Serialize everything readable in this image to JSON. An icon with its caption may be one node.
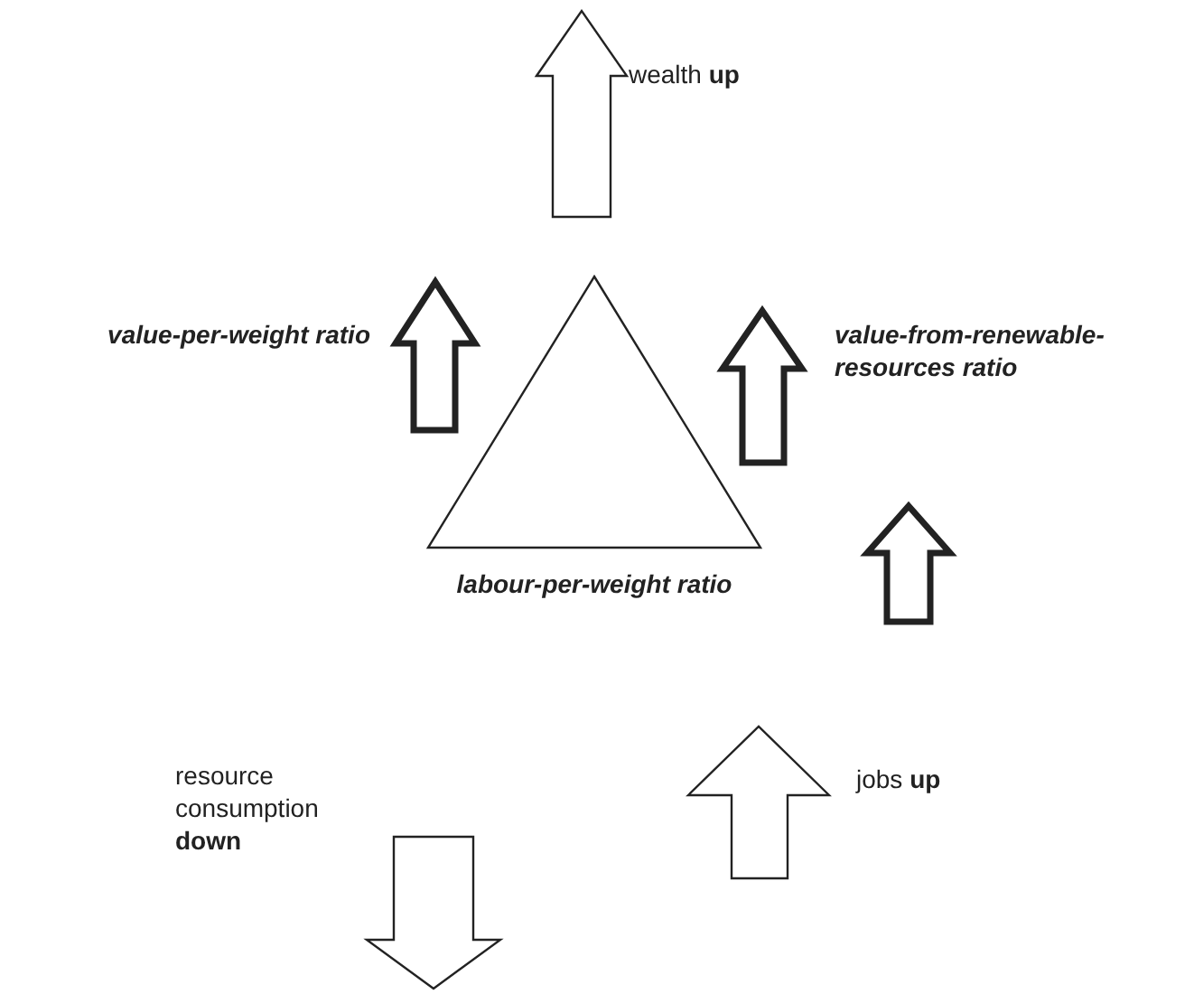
{
  "diagram": {
    "nodes": [
      {
        "text": [
          "labour-per-weight ratio"
        ]
      }
    ],
    "labels": [
      "wealth **up**",
      "value-per-weight ratio",
      "value-from-renewable-resources ratio",
      "jobs **up**",
      "resource consumption **down**"
    ]
  }
}
